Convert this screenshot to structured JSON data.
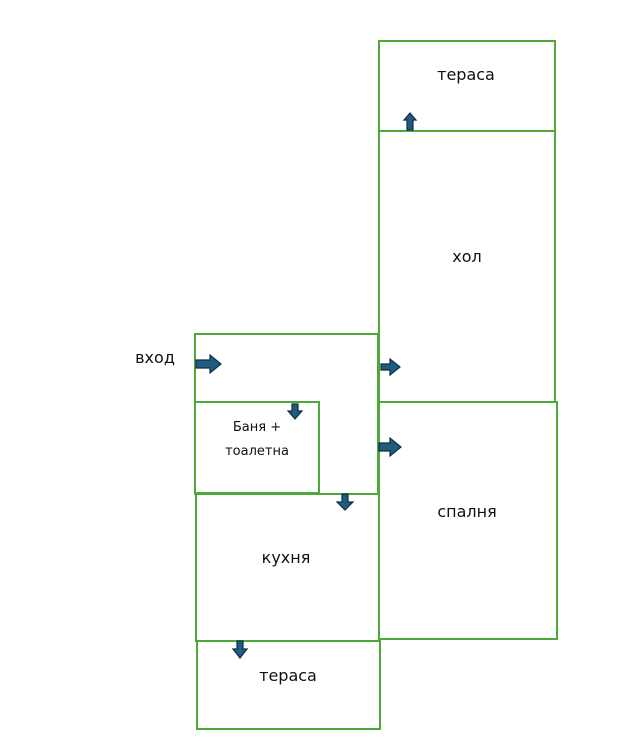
{
  "plan": {
    "rooms": {
      "terrace_top": "тераса",
      "hall": "хол",
      "entry": "вход",
      "bathroom_line1": "Баня +",
      "bathroom_line2": "тоалетна",
      "bedroom": "спалня",
      "kitchen": "кухня",
      "terrace_bottom": "тераса"
    },
    "colors": {
      "wall": "#4ea93a",
      "arrow_fill": "#1f5c80",
      "arrow_stroke": "#0e2f44",
      "text": "#111111"
    }
  }
}
